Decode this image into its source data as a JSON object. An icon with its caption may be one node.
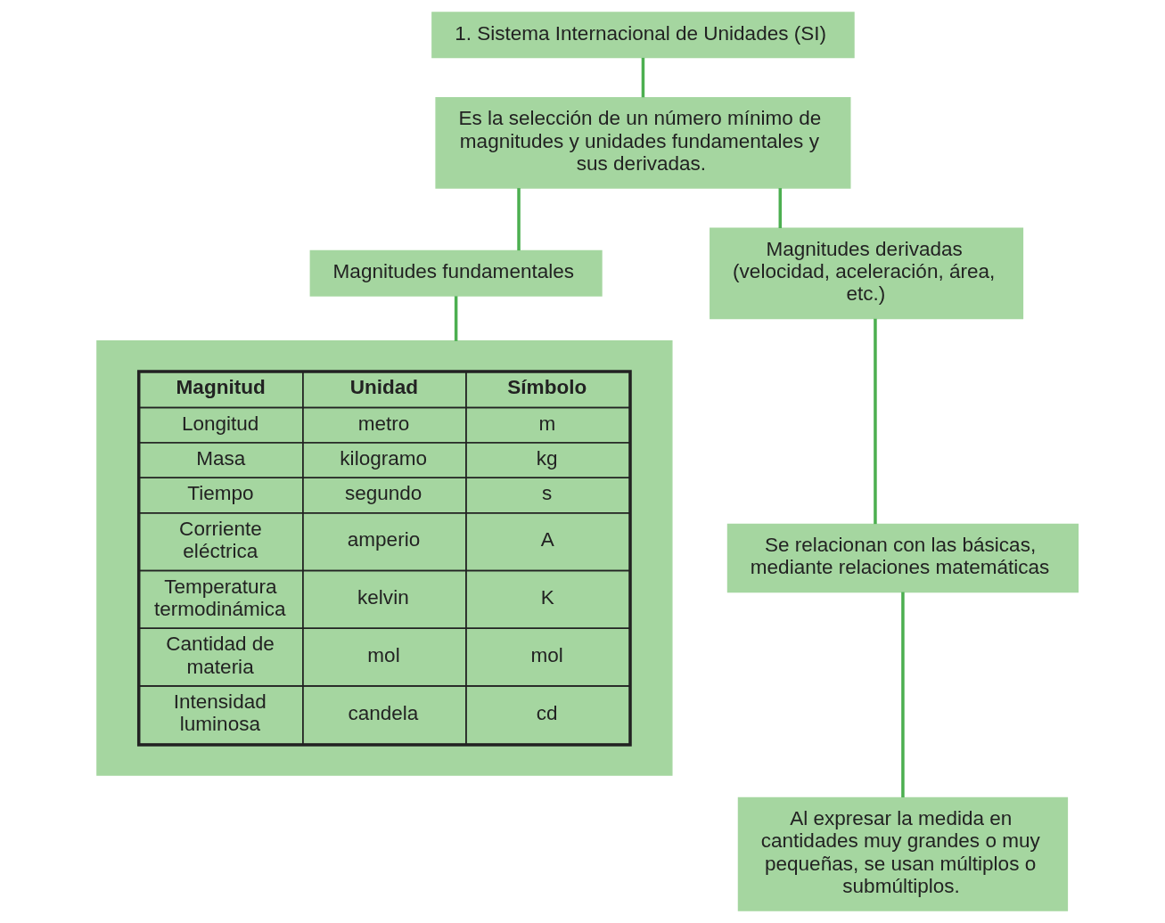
{
  "diagram": {
    "nodes": [
      {
        "text": [
          "1. Sistema Internacional de Unidades (SI)"
        ]
      },
      {
        "text": [
          "Es la selección de un número mínimo de magnitudes y unidades fundamentales y sus derivadas."
        ]
      },
      {
        "text": [
          "Magnitudes fundamentales"
        ]
      },
      {
        "text": [],
        "shape": "box"
      },
      {
        "text": [
          "Magnitudes derivadas (velocidad, aceleración, área, etc.)"
        ]
      },
      {
        "text": [
          "Se relacionan con las básicas, mediante relaciones matemáticas"
        ]
      },
      {
        "text": [
          "Al expresar la medida en cantidades muy grandes o muy pequeñas, se usan múltiplos o submúltiplos."
        ]
      }
    ],
    "edges": [
      {
        "from": 0,
        "to": 1,
        "arrow": "none"
      },
      {
        "from": 1,
        "to": 2,
        "arrow": "none"
      },
      {
        "from": 1,
        "to": 4,
        "arrow": "none"
      },
      {
        "from": 2,
        "to": 3,
        "arrow": "none"
      },
      {
        "from": 4,
        "to": 5,
        "arrow": "none"
      },
      {
        "from": 5,
        "to": 6,
        "arrow": "none"
      }
    ],
    "labels": [
      "Magnitud",
      "Unidad",
      "Símbolo",
      "Longitud",
      "metro",
      "m",
      "Masa",
      "kilogramo",
      "kg",
      "Tiempo",
      "segundo",
      "s",
      "Corriente eléctrica",
      "amperio",
      "A",
      "Temperatura termodinámica",
      "kelvin",
      "K",
      "Cantidad de materia",
      "mol",
      "mol",
      "Intensidad luminosa",
      "candela",
      "cd"
    ]
  }
}
